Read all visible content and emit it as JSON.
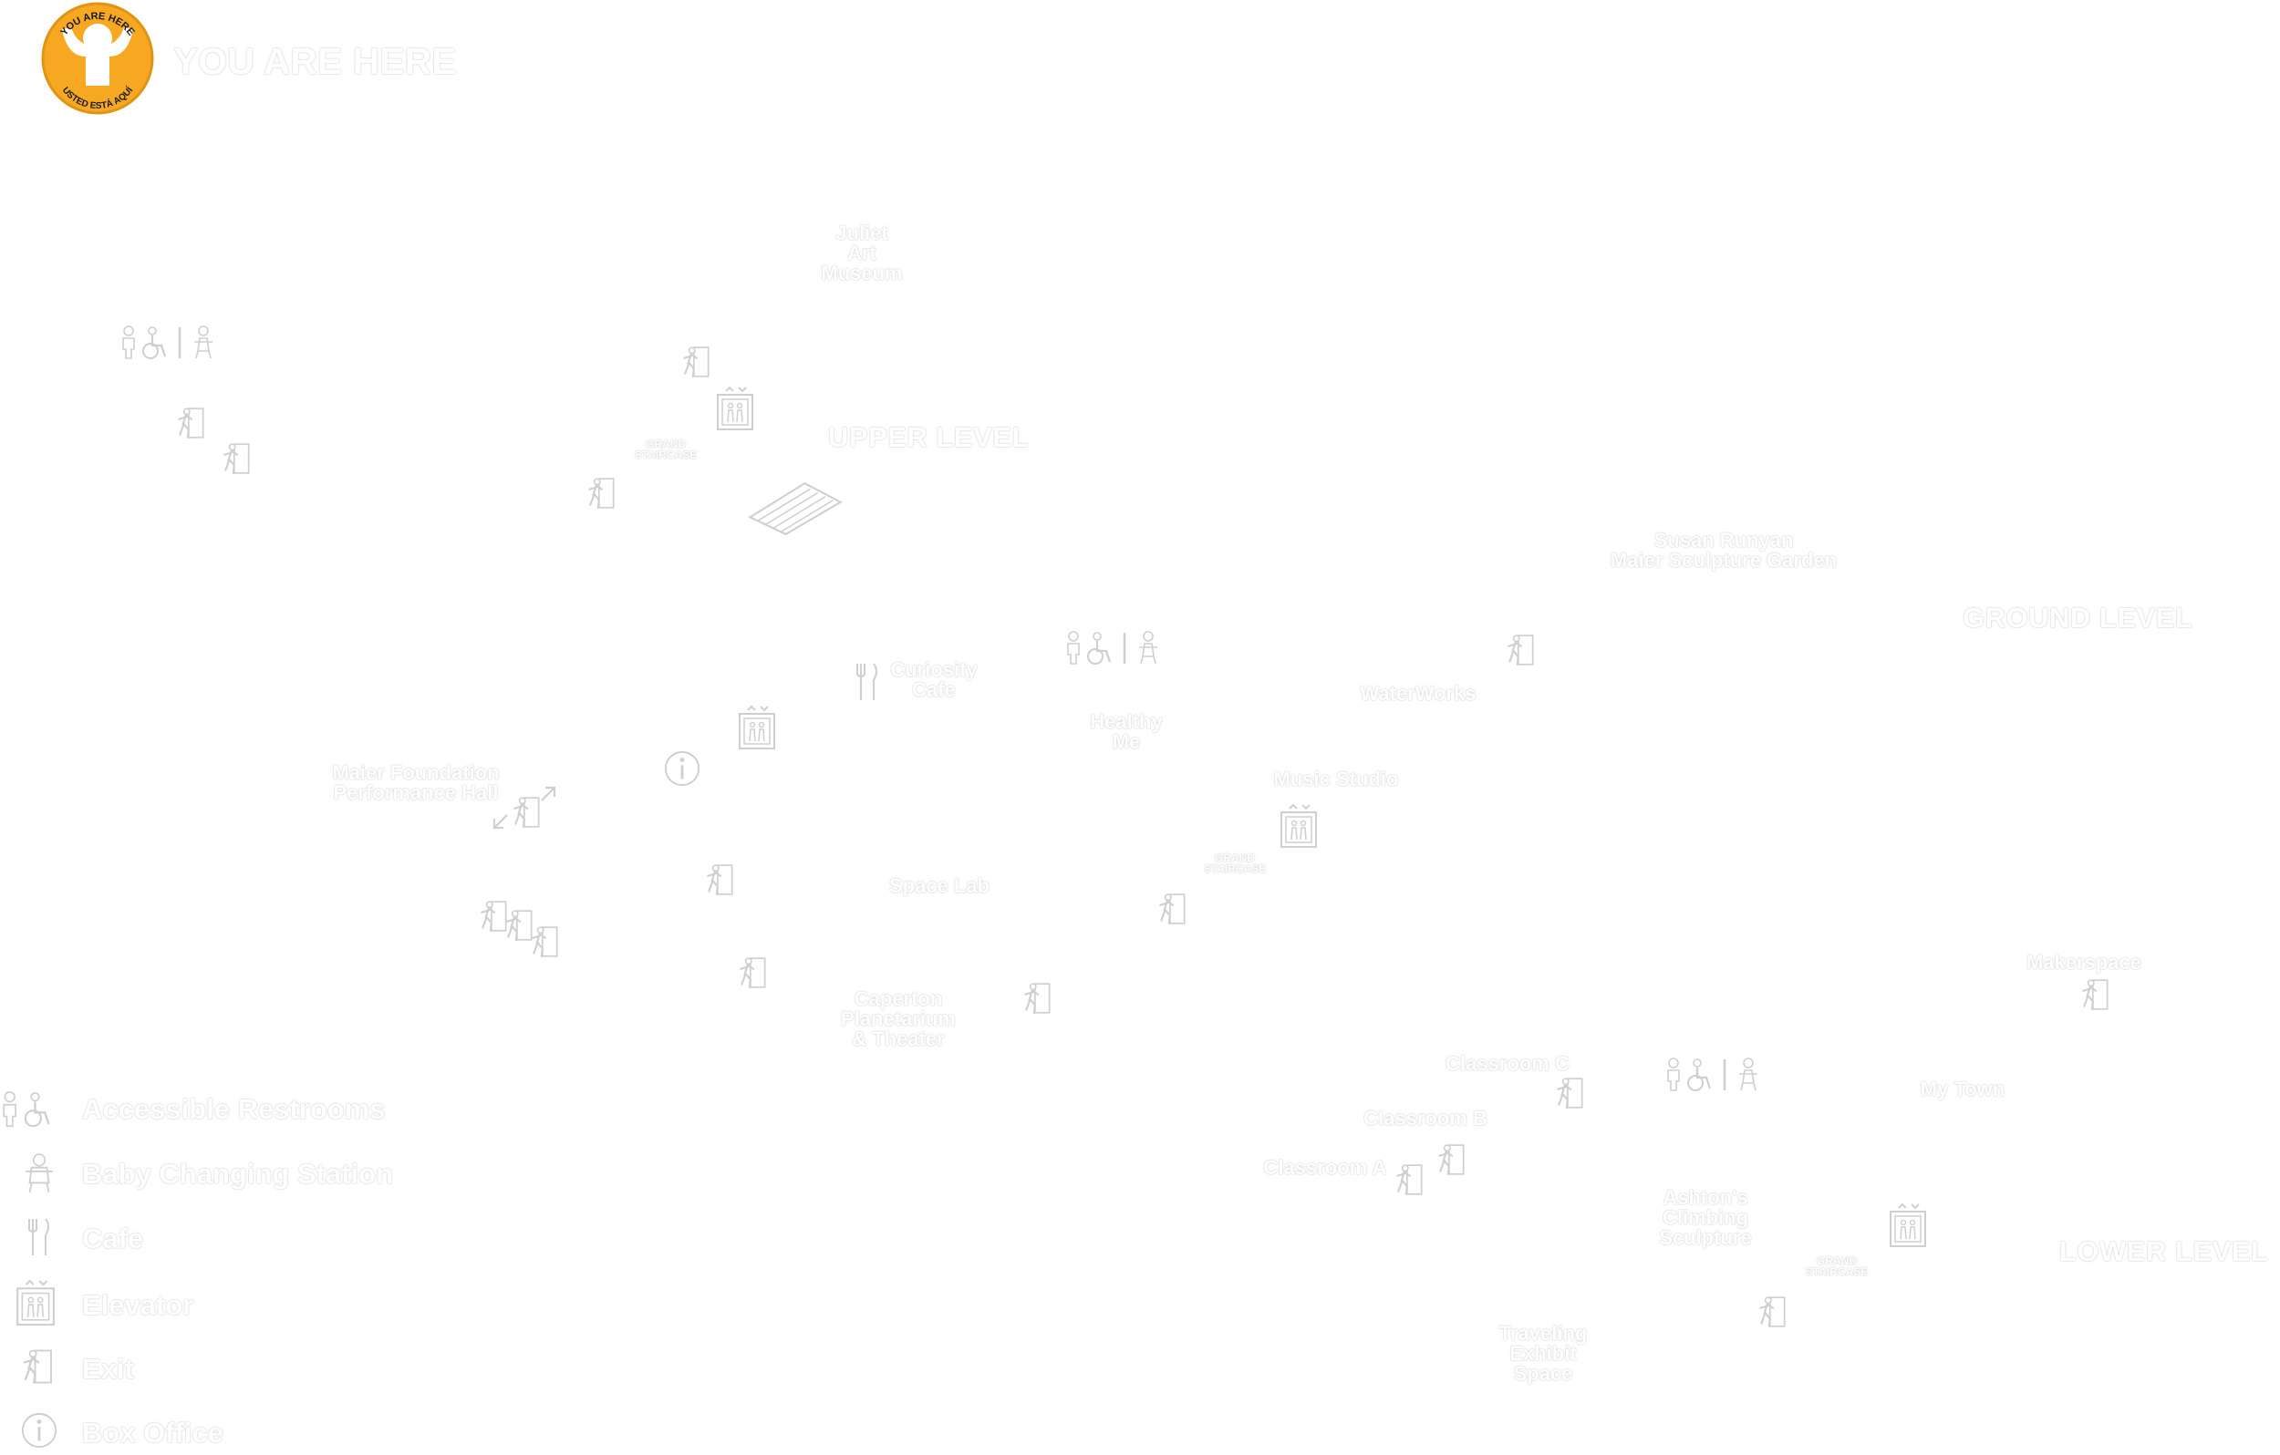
{
  "header": {
    "title": "YOU ARE HERE",
    "badge_top": "YOU ARE HERE",
    "badge_bottom": "USTED ESTÁ AQUÍ",
    "badge_color": "#f7a823"
  },
  "levels": {
    "upper": "UPPER LEVEL",
    "ground": "GROUND LEVEL",
    "lower": "LOWER LEVEL"
  },
  "places": {
    "juliet": "Juliet\nArt\nMuseum",
    "sculpture_garden": "Susan Runyan\nMaier Sculpture Garden",
    "curiosity_cafe": "Curiosity\nCafe",
    "waterworks": "WaterWorks",
    "healthy_me": "Healthy\nMe",
    "performance_hall": "Maier Foundation\nPerformance Hall",
    "music_studio": "Music Studio",
    "space_lab": "Space Lab",
    "planetarium": "Caperton\nPlanetarium\n& Theater",
    "makerspace": "Makerspace",
    "classroom_c": "Classroom C",
    "my_town": "My Town",
    "classroom_b": "Classroom B",
    "classroom_a": "Classroom A",
    "climbing": "Ashton's\nClimbing\nSculpture",
    "traveling": "Traveling\nExhibit\nSpace"
  },
  "grand_staircase": "GRAND\nSTAIRCASE",
  "legend": [
    {
      "icon": "restroom-accessible-icon",
      "label": "Accessible Restrooms"
    },
    {
      "icon": "baby-changing-icon",
      "label": "Baby Changing Station"
    },
    {
      "icon": "cafe-icon",
      "label": "Cafe"
    },
    {
      "icon": "elevator-icon",
      "label": "Elevator"
    },
    {
      "icon": "exit-icon",
      "label": "Exit"
    },
    {
      "icon": "info-icon",
      "label": "Box Office"
    }
  ],
  "colors": {
    "ink": "#ffffff",
    "outline": "#d3d3d3",
    "accent": "#f7a823"
  }
}
